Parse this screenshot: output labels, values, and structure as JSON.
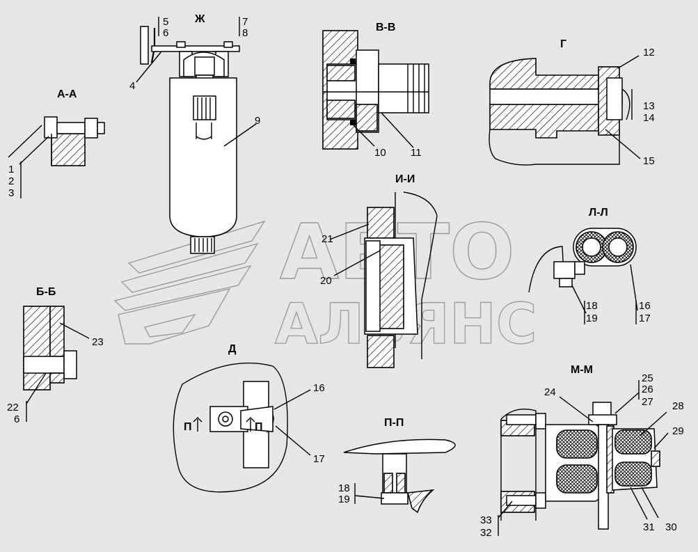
{
  "diagram": {
    "watermark": {
      "line1": "АВТО",
      "line2": "АЛЬЯНС"
    },
    "sections": {
      "aa": "А-А",
      "bb": "Б-Б",
      "zh": "Ж",
      "vv": "В-В",
      "g": "Г",
      "ii": "И-И",
      "ll": "Л-Л",
      "d": "Д",
      "mm": "М-М",
      "pp": "П-П",
      "p_left": "П",
      "p_right": "П"
    },
    "callouts": {
      "aa_1": "1",
      "aa_2": "2",
      "aa_3": "3",
      "zh_5": "5",
      "zh_6": "6",
      "zh_7": "7",
      "zh_8": "8",
      "zh_4": "4",
      "zh_9": "9",
      "vv_10": "10",
      "vv_11": "11",
      "g_12": "12",
      "g_13": "13",
      "g_14": "14",
      "g_15": "15",
      "ii_21": "21",
      "ii_20": "20",
      "ll_18": "18",
      "ll_19": "19",
      "ll_16": "16",
      "ll_17": "17",
      "bb_23": "23",
      "bb_22": "22",
      "bb_6": "6",
      "d_16": "16",
      "d_17": "17",
      "pp_18": "18",
      "pp_19": "19",
      "mm_24": "24",
      "mm_25": "25",
      "mm_26": "26",
      "mm_27": "27",
      "mm_28": "28",
      "mm_29": "29",
      "mm_30": "30",
      "mm_31": "31",
      "mm_32": "32",
      "mm_33": "33"
    }
  }
}
